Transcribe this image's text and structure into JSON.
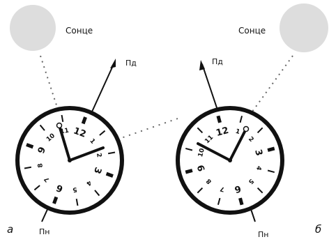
{
  "panels": {
    "a": {
      "sun_label": "Сонце",
      "north_label": "Пд",
      "south_label": "Пн",
      "panel_letter": "а",
      "numerals": [
        "12",
        "1",
        "2",
        "3",
        "4",
        "5",
        "6",
        "7",
        "8",
        "9",
        "10",
        "11"
      ]
    },
    "b": {
      "sun_label": "Сонце",
      "north_label": "Пд",
      "south_label": "Пн",
      "panel_letter": "б",
      "numerals": [
        "12",
        "1",
        "2",
        "3",
        "4",
        "5",
        "6",
        "7",
        "8",
        "9",
        "10",
        "11"
      ]
    }
  },
  "colors": {
    "sun": "#dddddd",
    "ink": "#111111",
    "dotted": "#666666"
  }
}
